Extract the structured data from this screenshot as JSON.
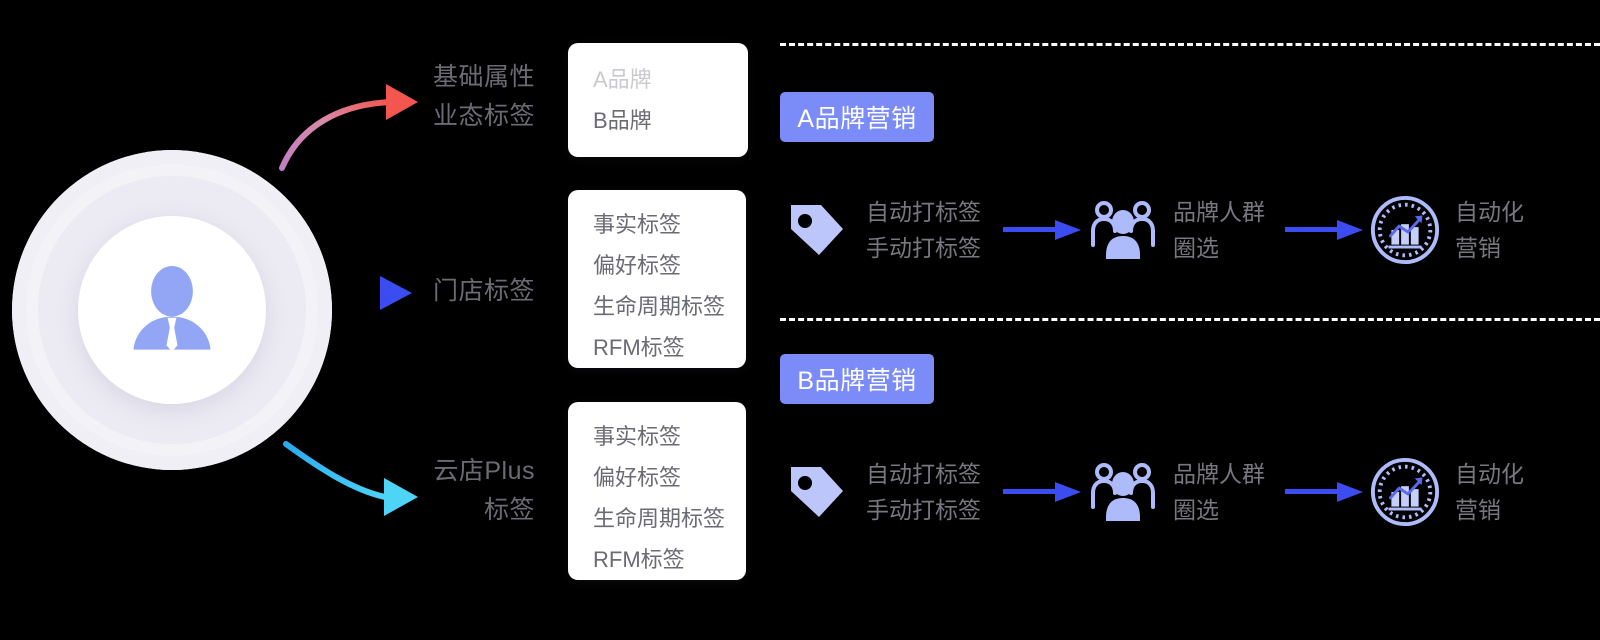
{
  "center": {
    "avatar_icon": "person-avatar-icon",
    "accent_colors": {
      "badge_blue": "#7b8cf8",
      "arrow_blue": "#3b4cf0",
      "icon_periwinkle": "#aebbfa",
      "branch_red": "#f2564e",
      "branch_pink": "#c888b6",
      "branch_cyan": "#3ec8f5",
      "card_bg": "#ffffff",
      "text_gray": "#6b6b73",
      "text_muted": "#c9c9cf",
      "background": "#000000"
    }
  },
  "branches": [
    {
      "id": "basic",
      "label": "基础属性\n业态标签",
      "arrow_name": "branch-arrow-red",
      "arrow_color": "#f2564e",
      "card": {
        "items": [
          {
            "text": "A品牌",
            "muted": true
          },
          {
            "text": "B品牌",
            "muted": false
          }
        ]
      }
    },
    {
      "id": "store",
      "label": "门店标签",
      "arrow_name": "branch-arrow-blue",
      "arrow_color": "#3b4cf0",
      "card": {
        "items": [
          {
            "text": "事实标签",
            "muted": false
          },
          {
            "text": "偏好标签",
            "muted": false
          },
          {
            "text": "生命周期标签",
            "muted": false
          },
          {
            "text": "RFM标签",
            "muted": false
          }
        ]
      }
    },
    {
      "id": "cloud-store-plus",
      "label": "云店Plus\n标签",
      "arrow_name": "branch-arrow-cyan",
      "arrow_color": "#3ec8f5",
      "card": {
        "items": [
          {
            "text": "事实标签",
            "muted": false
          },
          {
            "text": "偏好标签",
            "muted": false
          },
          {
            "text": "生命周期标签",
            "muted": false
          },
          {
            "text": "RFM标签",
            "muted": false
          }
        ]
      }
    }
  ],
  "pipelines": [
    {
      "id": "brand-a",
      "badge": "A品牌营销",
      "steps": [
        {
          "icon": "tag-icon",
          "text": "自动打标签\n手动打标签"
        },
        {
          "icon": "people-group-icon",
          "text": "品牌人群\n圈选"
        },
        {
          "icon": "chart-badge-icon",
          "text": "自动化\n营销"
        }
      ]
    },
    {
      "id": "brand-b",
      "badge": "B品牌营销",
      "steps": [
        {
          "icon": "tag-icon",
          "text": "自动打标签\n手动打标签"
        },
        {
          "icon": "people-group-icon",
          "text": "品牌人群\n圈选"
        },
        {
          "icon": "chart-badge-icon",
          "text": "自动化\n营销"
        }
      ]
    }
  ]
}
